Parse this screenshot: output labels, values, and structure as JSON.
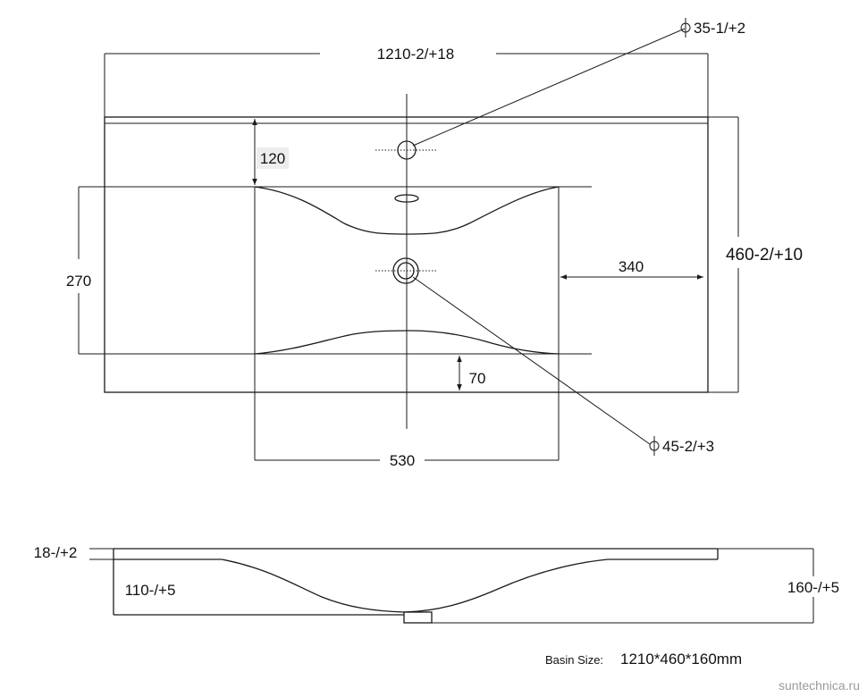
{
  "plan": {
    "overall_width": "1210-2/+18",
    "overall_depth": "460-2/+10",
    "offset_front": "120",
    "bowl_depth": "270",
    "side_distance": "340",
    "offset_back": "70",
    "bowl_width": "530",
    "tap_hole": "35-1/+2",
    "drain_hole": "45-2/+3"
  },
  "section": {
    "rim_thickness": "18-/+2",
    "bowl_height": "110-/+5",
    "total_height": "160-/+5"
  },
  "footer": {
    "size_label": "Basin Size:",
    "size_value": "1210*460*160mm"
  },
  "watermark": "suntechnica.ru"
}
